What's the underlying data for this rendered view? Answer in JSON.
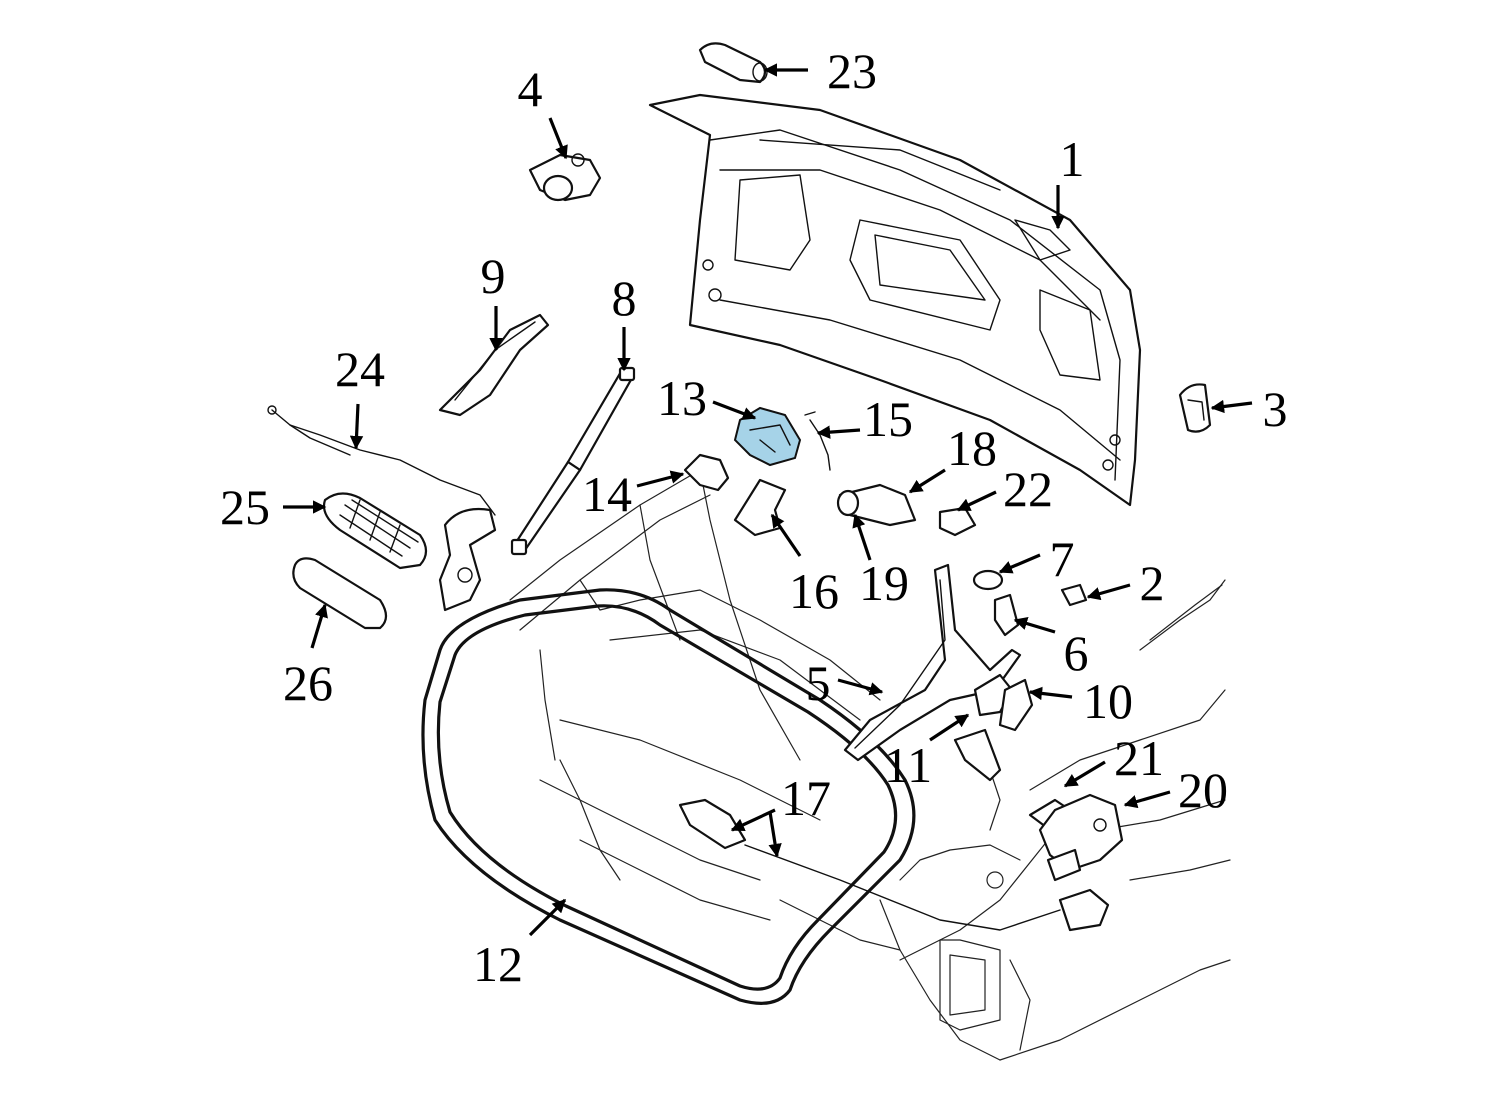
{
  "diagram": {
    "highlight_color": "#a6d3e8",
    "callouts": [
      {
        "id": "1",
        "label": "1"
      },
      {
        "id": "2",
        "label": "2"
      },
      {
        "id": "3",
        "label": "3"
      },
      {
        "id": "4",
        "label": "4"
      },
      {
        "id": "5",
        "label": "5"
      },
      {
        "id": "6",
        "label": "6"
      },
      {
        "id": "7",
        "label": "7"
      },
      {
        "id": "8",
        "label": "8"
      },
      {
        "id": "9",
        "label": "9"
      },
      {
        "id": "10",
        "label": "10"
      },
      {
        "id": "11",
        "label": "11"
      },
      {
        "id": "12",
        "label": "12"
      },
      {
        "id": "13",
        "label": "13",
        "highlighted": true
      },
      {
        "id": "14",
        "label": "14"
      },
      {
        "id": "15",
        "label": "15"
      },
      {
        "id": "16",
        "label": "16"
      },
      {
        "id": "17",
        "label": "17"
      },
      {
        "id": "18",
        "label": "18"
      },
      {
        "id": "19",
        "label": "19"
      },
      {
        "id": "20",
        "label": "20"
      },
      {
        "id": "21",
        "label": "21"
      },
      {
        "id": "22",
        "label": "22"
      },
      {
        "id": "23",
        "label": "23"
      },
      {
        "id": "24",
        "label": "24"
      },
      {
        "id": "25",
        "label": "25"
      },
      {
        "id": "26",
        "label": "26"
      }
    ]
  }
}
